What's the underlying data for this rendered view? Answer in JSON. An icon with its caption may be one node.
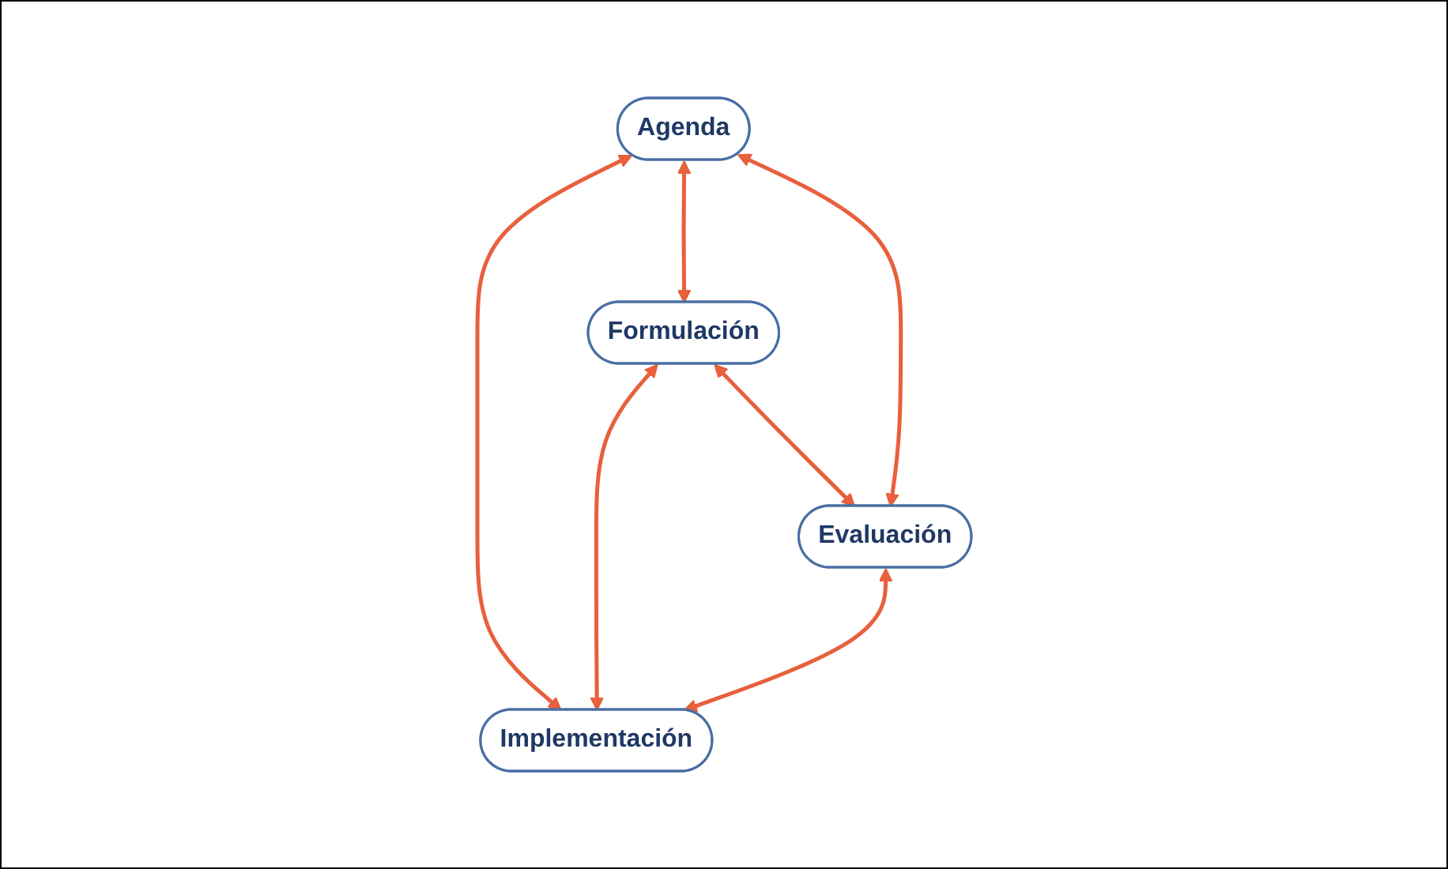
{
  "diagram": {
    "nodes": [
      {
        "text": [
          "Agenda"
        ]
      },
      {
        "text": [
          "Formulación"
        ]
      },
      {
        "text": [
          "Evaluación"
        ]
      },
      {
        "text": [
          "Implementación"
        ]
      }
    ],
    "edges": [
      {
        "from": 0,
        "to": 1,
        "arrow": "both"
      },
      {
        "from": 0,
        "to": 3,
        "arrow": "both"
      },
      {
        "from": 1,
        "to": 2,
        "arrow": "both"
      },
      {
        "from": 0,
        "to": 2,
        "arrow": "both"
      },
      {
        "from": 1,
        "to": 3,
        "arrow": "both"
      },
      {
        "from": 2,
        "to": 3,
        "arrow": "both"
      }
    ]
  }
}
